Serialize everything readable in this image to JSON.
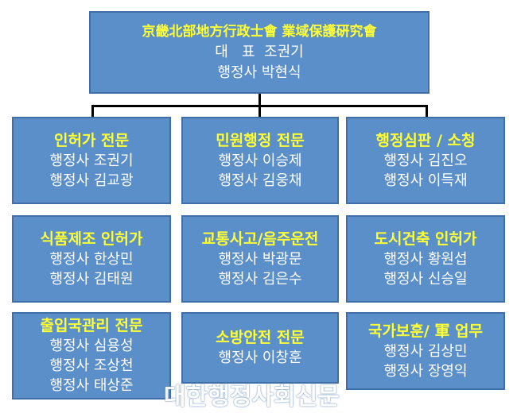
{
  "root": {
    "title": "京畿北部地方行政士會 業域保護硏究會",
    "members": [
      "대   표  조권기",
      "행정사  박현식"
    ]
  },
  "groups": [
    {
      "title": "인허가 전문",
      "members": [
        "행정사 조권기",
        "행정사 김교광"
      ]
    },
    {
      "title": "민원행정 전문",
      "members": [
        "행정사 이승제",
        "행정사 김웅채"
      ]
    },
    {
      "title": "행정심판 / 소청",
      "members": [
        "행정사 김진오",
        "행정사 이득재"
      ]
    },
    {
      "title": "식품제조 인허가",
      "members": [
        "행정사 한상민",
        "행정사 김태원"
      ]
    },
    {
      "title": "교통사고/음주운전",
      "members": [
        "행정사 박광문",
        "행정사 김은수"
      ]
    },
    {
      "title": "도시건축 인허가",
      "members": [
        "행정사 황원섭",
        "행정사 신승일"
      ]
    },
    {
      "title": "출입국관리 전문",
      "members": [
        "행정사 심용성",
        "행정사 조상천",
        "행정사 태상준"
      ]
    },
    {
      "title": "소방안전 전문",
      "members": [
        "행정사 이창훈"
      ]
    },
    {
      "title": "국가보훈/ 軍 업무",
      "members": [
        "행정사 김상민",
        "행정사 장영익"
      ]
    }
  ],
  "watermark": "대한행정사회신문",
  "colors": {
    "box": "#5b8fc9",
    "border": "#3f6fa6",
    "title": "#ffff33",
    "text": "#ffffff"
  }
}
